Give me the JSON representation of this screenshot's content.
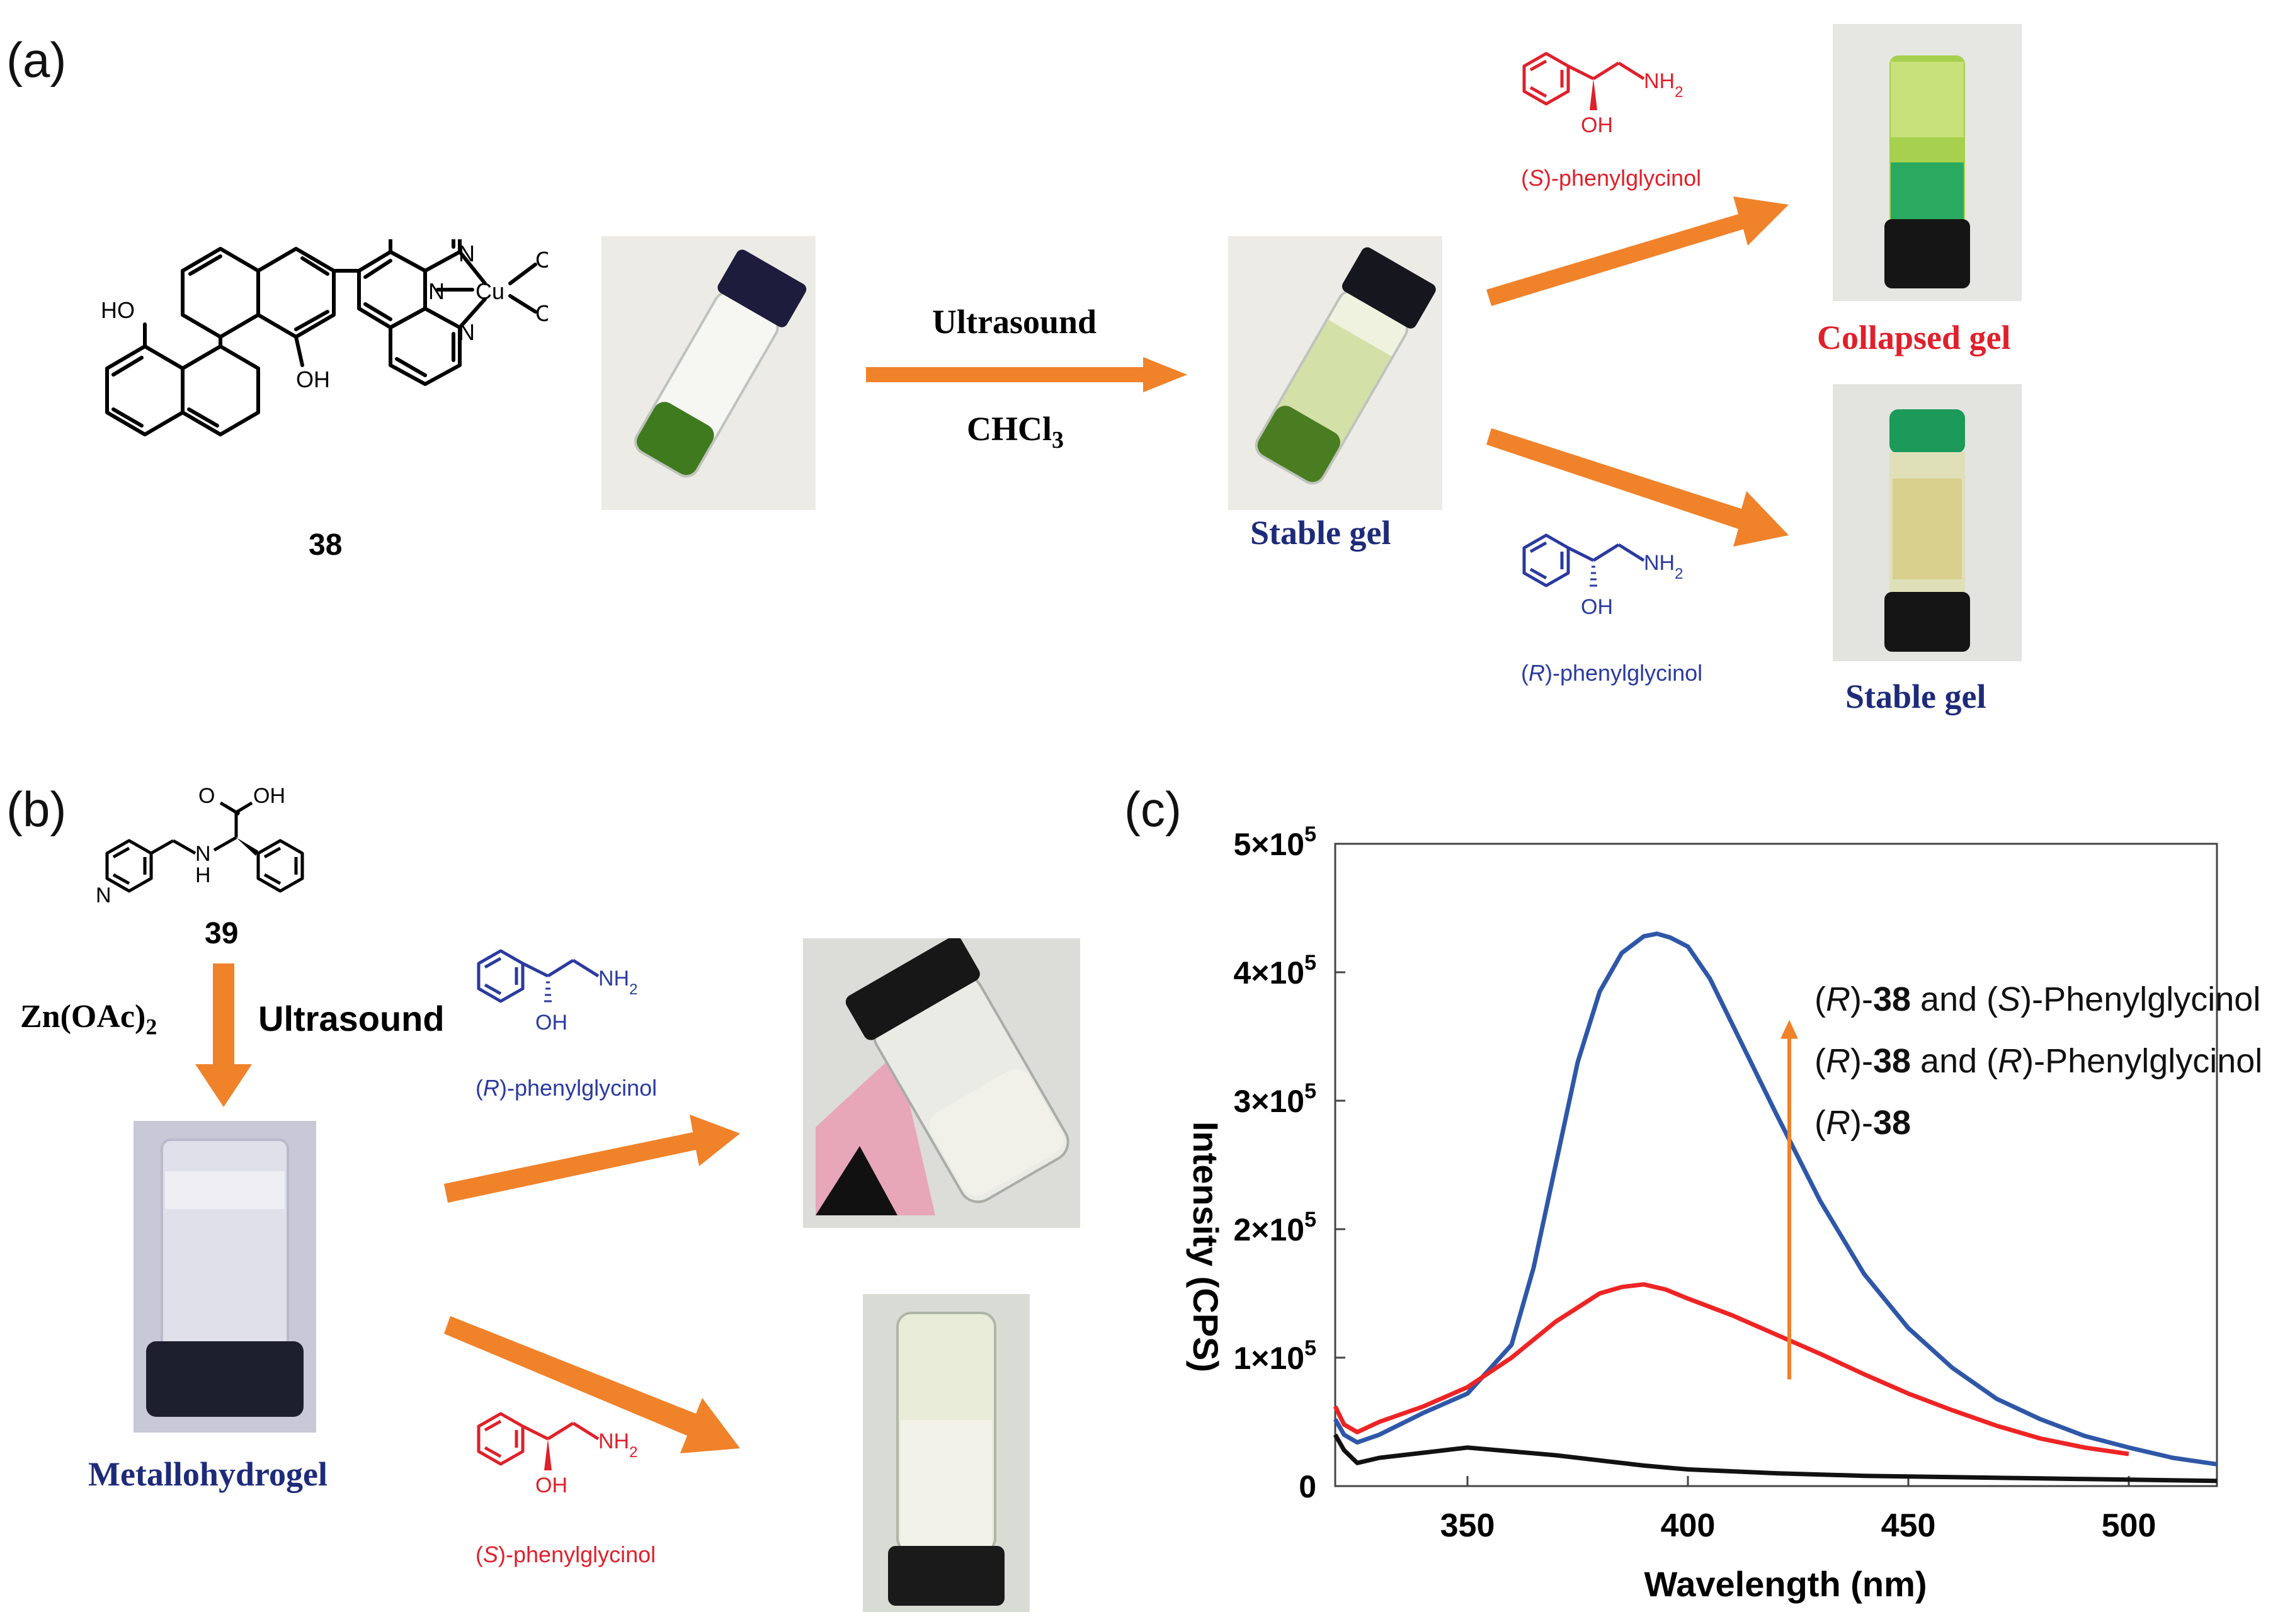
{
  "panels": {
    "a": "(a)",
    "b": "(b)",
    "c": "(c)"
  },
  "colors": {
    "arrow_orange": "#f0822a",
    "red_text": "#e0202a",
    "blue_text": "#2a3aa0",
    "navy_text": "#1e2b7a",
    "series_blue": "#2f57a8",
    "series_red": "#ee2424",
    "series_black": "#111111"
  },
  "panel_a": {
    "compound_number": "38",
    "atoms": {
      "ho_top": "HO",
      "oh_mid": "OH",
      "cu": "Cu",
      "n_center": "N",
      "n_top": "N",
      "n_bottom": "N",
      "cl_1": "Cl",
      "cl_2": "Cl"
    },
    "arrow_top_label": "Ultrasound",
    "arrow_bottom_label_main": "CHCl",
    "arrow_bottom_label_sub": "3",
    "stable_gel_label": "Stable gel",
    "collapsed_gel_label": "Collapsed gel",
    "stable_gel_label_2": "Stable gel",
    "s_reagent": {
      "name_italic": "S",
      "name_rest": "-phenylglycinol",
      "oh": "OH",
      "nh2_main": "NH",
      "nh2_sub": "2"
    },
    "r_reagent": {
      "name_italic": "R",
      "name_rest": "-phenylglycinol",
      "oh": "OH",
      "nh2_main": "NH",
      "nh2_sub": "2"
    }
  },
  "panel_b": {
    "compound_number": "39",
    "atoms": {
      "o": "O",
      "oh": "OH",
      "n_ring": "N",
      "nh": "N",
      "h": "H"
    },
    "reagent_main": "Zn(OAc)",
    "reagent_sub": "2",
    "ultrasound_label": "Ultrasound",
    "metallohydrogel_label": "Metallohydrogel",
    "r_reagent": {
      "name_italic": "R",
      "name_rest": "-phenylglycinol",
      "oh": "OH",
      "nh2_main": "NH",
      "nh2_sub": "2"
    },
    "s_reagent": {
      "name_italic": "S",
      "name_rest": "-phenylglycinol",
      "oh": "OH",
      "nh2_main": "NH",
      "nh2_sub": "2"
    }
  },
  "chart_data": {
    "type": "line",
    "xlabel": "Wavelength (nm)",
    "ylabel": "Intensity (CPS)",
    "xlim": [
      320,
      520
    ],
    "ylim": [
      0,
      500000
    ],
    "x_ticks": [
      350,
      400,
      450,
      500
    ],
    "y_ticks": [
      {
        "value": 0,
        "mantissa": "0",
        "exp": ""
      },
      {
        "value": 100000,
        "mantissa": "1×10",
        "exp": "5"
      },
      {
        "value": 200000,
        "mantissa": "2×10",
        "exp": "5"
      },
      {
        "value": 300000,
        "mantissa": "3×10",
        "exp": "5"
      },
      {
        "value": 400000,
        "mantissa": "4×10",
        "exp": "5"
      },
      {
        "value": 500000,
        "mantissa": "5×10",
        "exp": "5"
      }
    ],
    "legend_placement": "top-right",
    "legend": [
      {
        "series": "blue",
        "p1": "(",
        "i1": "R",
        "p2": ")-",
        "b1": "38",
        "p3": " and (",
        "i2": "S",
        "p4": ")-Phenylglycinol"
      },
      {
        "series": "red",
        "p1": "(",
        "i1": "R",
        "p2": ")-",
        "b1": "38",
        "p3": " and (",
        "i2": "R",
        "p4": ")-Phenylglycinol"
      },
      {
        "series": "black",
        "p1": "(",
        "i1": "R",
        "p2": ")-",
        "b1": "38",
        "p3": "",
        "i2": "",
        "p4": ""
      }
    ],
    "series": [
      {
        "key": "blue",
        "color": "#2f57a8",
        "x": [
          320,
          322,
          325,
          330,
          340,
          350,
          360,
          365,
          370,
          375,
          380,
          385,
          390,
          393,
          396,
          400,
          405,
          410,
          420,
          430,
          440,
          450,
          460,
          470,
          480,
          490,
          500,
          510,
          520
        ],
        "y": [
          52000,
          40000,
          34000,
          40000,
          57000,
          72000,
          110000,
          170000,
          250000,
          330000,
          385000,
          415000,
          428000,
          430000,
          427000,
          420000,
          395000,
          360000,
          290000,
          222000,
          165000,
          123000,
          92000,
          68000,
          52000,
          39000,
          30000,
          22000,
          17000
        ]
      },
      {
        "key": "red",
        "color": "#ee2424",
        "x": [
          320,
          322,
          325,
          330,
          340,
          350,
          360,
          370,
          380,
          385,
          390,
          395,
          400,
          410,
          420,
          430,
          440,
          450,
          460,
          470,
          480,
          490,
          500
        ],
        "y": [
          62000,
          48000,
          42000,
          50000,
          62000,
          77000,
          100000,
          128000,
          150000,
          155000,
          157000,
          153000,
          146000,
          133000,
          118000,
          103000,
          87000,
          72000,
          59000,
          47000,
          37000,
          30000,
          25000
        ]
      },
      {
        "key": "black",
        "color": "#111111",
        "x": [
          320,
          322,
          325,
          330,
          340,
          350,
          360,
          370,
          380,
          390,
          400,
          420,
          440,
          460,
          480,
          500,
          520
        ],
        "y": [
          40000,
          28000,
          18000,
          22000,
          26000,
          30000,
          27000,
          24000,
          20000,
          16000,
          13000,
          10000,
          8000,
          7000,
          6000,
          5000,
          4000
        ]
      }
    ]
  }
}
